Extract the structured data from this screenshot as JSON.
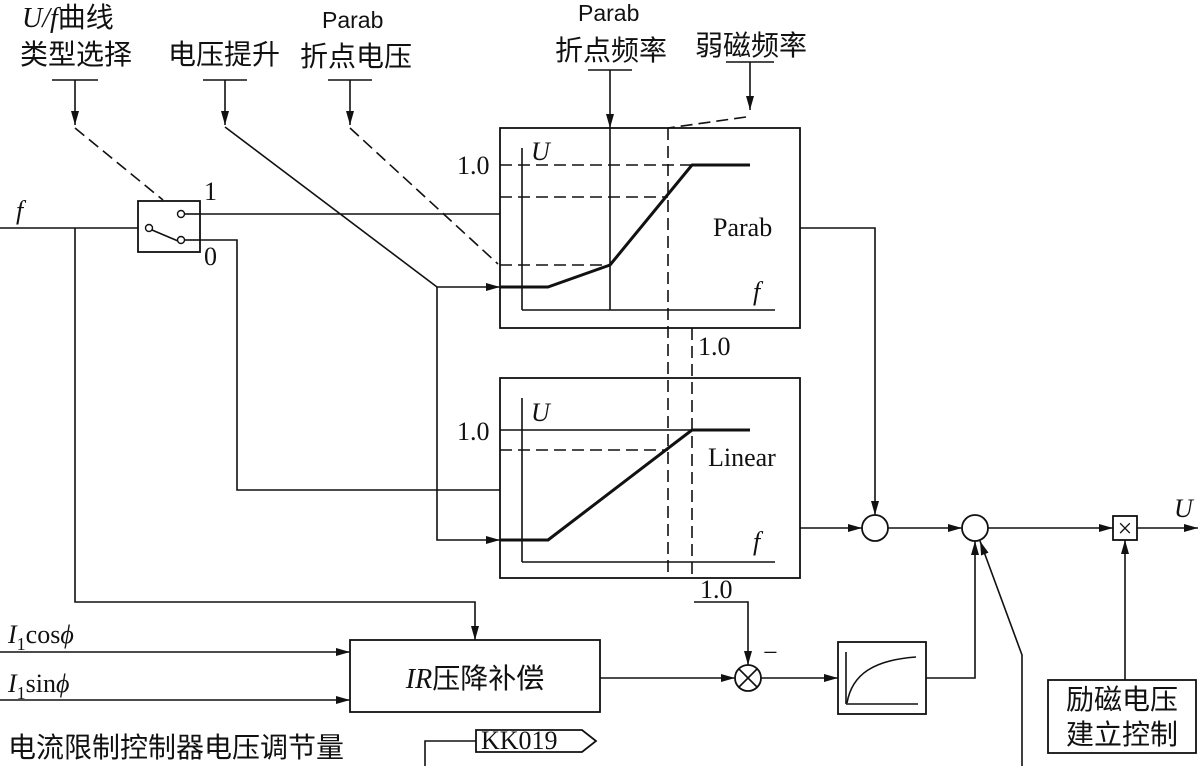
{
  "diagram": {
    "params": {
      "uf_curve_type": {
        "line1": {
          "var_u": "U",
          "slash": "/",
          "var_f": "f",
          "text": "曲线"
        },
        "line2": "类型选择"
      },
      "voltage_boost": "电压提升",
      "parab_break_voltage": {
        "line1": "Parab",
        "line2": "折点电压"
      },
      "parab_break_frequency": {
        "line1": "Parab",
        "line2": "折点频率"
      },
      "field_weakening_frequency": "弱磁频率"
    },
    "input_frequency": "f",
    "switch": {
      "pos1": "1",
      "pos0": "0"
    },
    "parab_block": {
      "title": "Parab",
      "y_axis": "U",
      "x_axis": "f",
      "y_tick": "1.0",
      "x_tick": "1.0"
    },
    "linear_block": {
      "title": "Linear",
      "y_axis": "U",
      "x_axis": "f",
      "y_tick": "1.0"
    },
    "output": "U",
    "multiplier_symbol": "×",
    "excitation_block": {
      "line1": "励磁电压",
      "line2": "建立控制"
    },
    "ir_block": {
      "var": "IR",
      "text": "压降补偿"
    },
    "inputs": {
      "i1cos": {
        "var": "I",
        "sub": "1",
        "func": "cos",
        "angle": "ϕ"
      },
      "i1sin": {
        "var": "I",
        "sub": "1",
        "func": "sin",
        "angle": "ϕ"
      }
    },
    "constant_input": "1.0",
    "minus_sign": "−",
    "current_limit_label": "电流限制控制器电压调节量",
    "connector": "KK019"
  }
}
